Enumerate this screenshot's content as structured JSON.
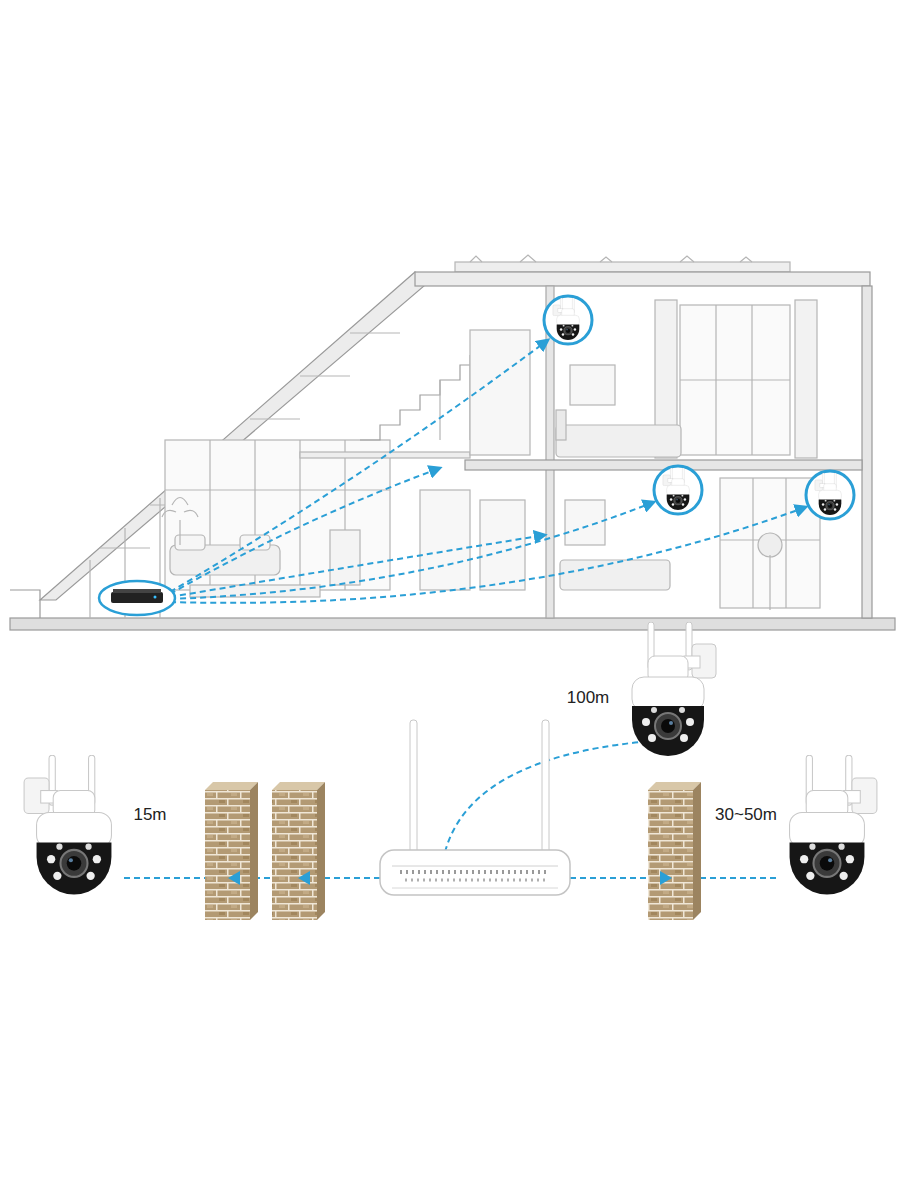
{
  "diagram": {
    "labels": [
      "100m",
      "15m",
      "30~50m"
    ]
  }
}
